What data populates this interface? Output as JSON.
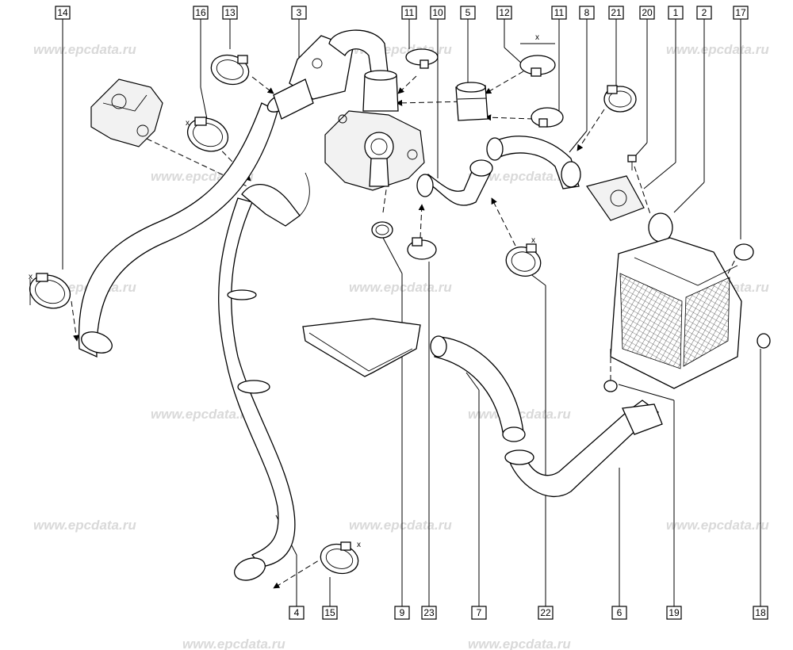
{
  "watermark": "www.epcdata.ru",
  "dimension_label": "x",
  "callouts_top": [
    "14",
    "16",
    "13",
    "3",
    "11",
    "10",
    "5",
    "12",
    "11",
    "8",
    "21",
    "20",
    "1",
    "2",
    "17"
  ],
  "callouts_bottom": [
    "4",
    "15",
    "9",
    "23",
    "7",
    "22",
    "6",
    "19",
    "18"
  ],
  "colors": {
    "line": "#000000",
    "watermark": "#d9d9d9",
    "background": "#ffffff"
  }
}
